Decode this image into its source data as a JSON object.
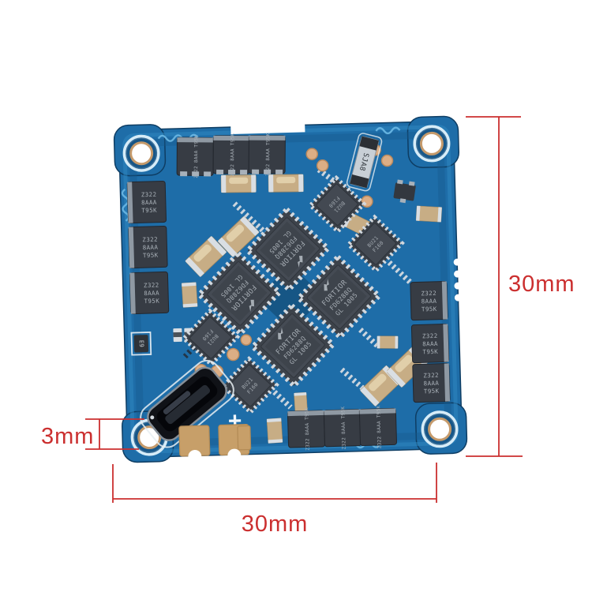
{
  "annotations": {
    "height_label": "30mm",
    "width_label": "30mm",
    "hole_offset_label": "3mm"
  },
  "board_markings": {
    "driver_ic": {
      "brand": "FORTIOR",
      "part": "FD6288Q",
      "lot": "GL 1005"
    },
    "mcu_ic": {
      "line1": "BU21",
      "line2": "F160"
    },
    "mosfet": {
      "line1": "Z322",
      "line2": "8AAA",
      "line3": "T95K",
      "full": "Z322 8AAA T95K"
    },
    "diode": "SJA8",
    "transistor": "E9",
    "polarity": "+"
  },
  "colors": {
    "pcb_blue": "#1e6da8",
    "dimension_red": "#cb2f2f",
    "chip_dark": "#3b414a",
    "pad_gold": "#c79f69",
    "capacitor_tan": "#c7ad85"
  }
}
